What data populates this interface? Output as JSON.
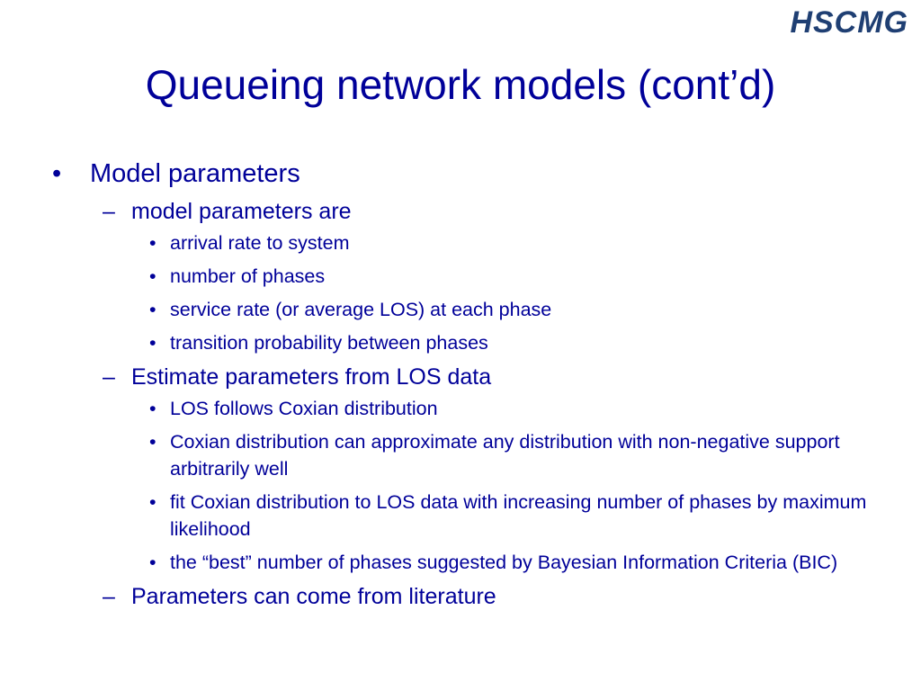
{
  "logo": "HSCMG",
  "title": "Queueing network models (cont’d)",
  "markers": {
    "bullet": "•",
    "dash": "–"
  },
  "outline": {
    "heading": "Model parameters",
    "groups": [
      {
        "label": "model parameters are",
        "items": [
          "arrival rate to system",
          "number of phases",
          "service rate (or average LOS) at each phase",
          "transition probability between phases"
        ]
      },
      {
        "label": "Estimate parameters from LOS data",
        "items": [
          "LOS follows Coxian distribution",
          "Coxian distribution can approximate any distribution with non-negative support arbitrarily well",
          "fit Coxian distribution to LOS data with increasing number of phases by maximum likelihood",
          "the “best” number of phases suggested by Bayesian Information Criteria (BIC)"
        ]
      },
      {
        "label": "Parameters can come from literature",
        "items": []
      }
    ]
  }
}
